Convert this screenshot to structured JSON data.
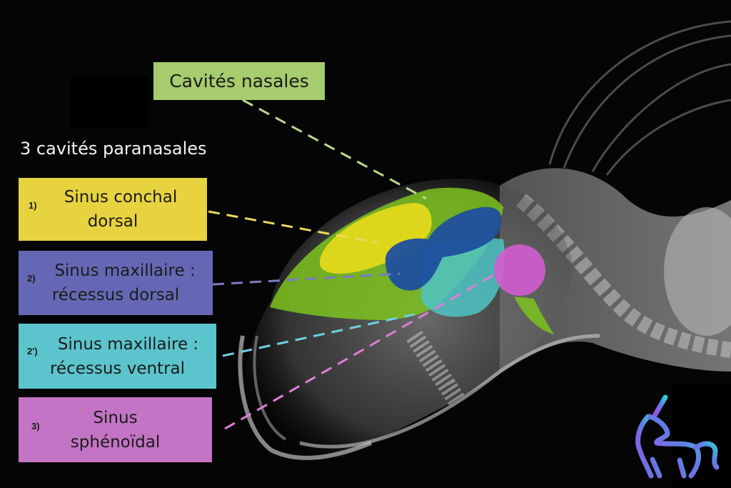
{
  "title_nasal": "Cavités nasales",
  "heading": "3 cavités paranasales",
  "labels": [
    {
      "num": "1)",
      "line1": "Sinus conchal",
      "line2": "dorsal",
      "color": "#e6d33f"
    },
    {
      "num": "2)",
      "line1": "Sinus maxillaire :",
      "line2": "récessus dorsal",
      "color": "#6468b4"
    },
    {
      "num": "2')",
      "line1": "Sinus maxillaire :",
      "line2": "récessus ventral",
      "color": "#5cc4cc"
    },
    {
      "num": "3)",
      "line1": "Sinus",
      "line2": "sphénoïdal",
      "color": "#c374c4"
    }
  ],
  "colors": {
    "nasal": "#a6cc6e",
    "nasal_overlay": "#7cc21f",
    "conchal": "#e8dc1a",
    "maxillary_dorsal": "#1d4f9e",
    "maxillary_ventral": "#4fc4c6",
    "sphenoid": "#d35dcf",
    "background": "#050505"
  },
  "image": {
    "subject": "rabbit skull lateral radiograph",
    "logo": "unicorn-logo"
  }
}
